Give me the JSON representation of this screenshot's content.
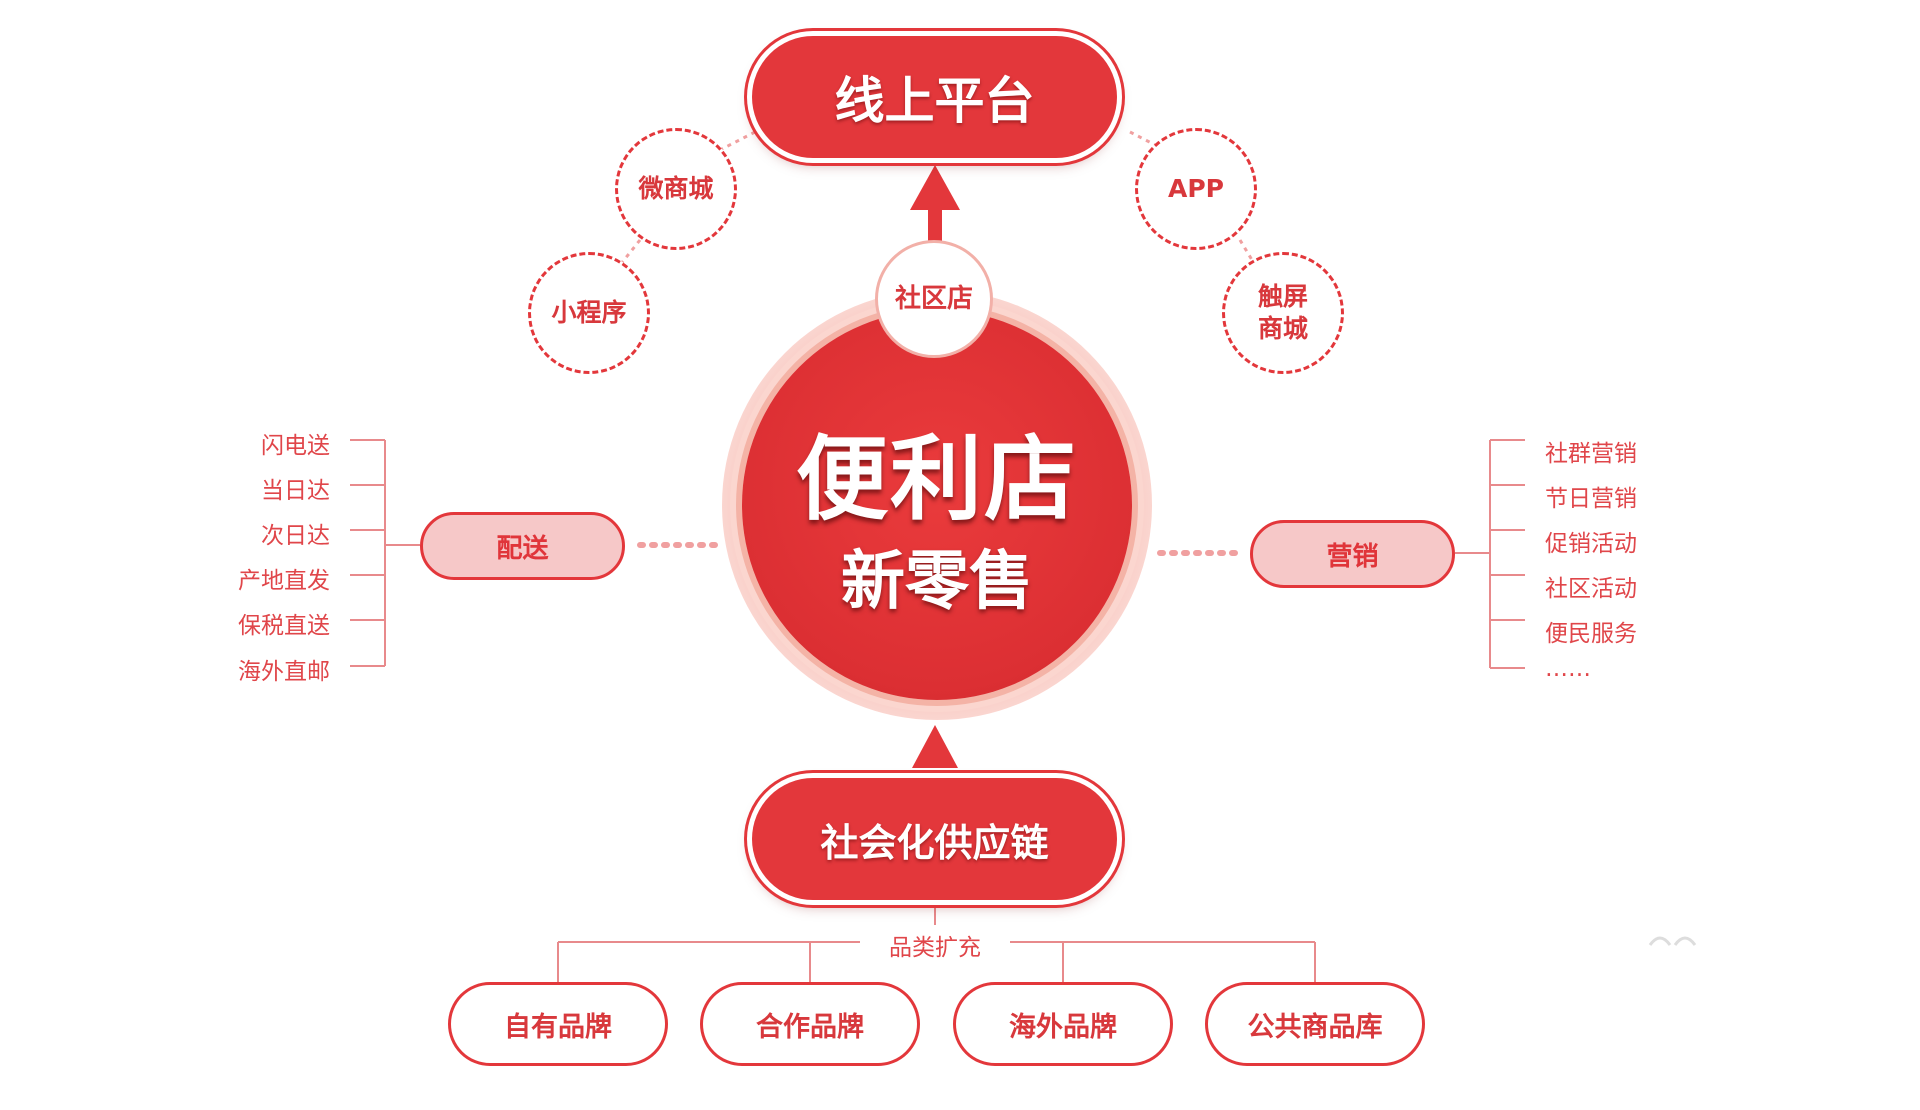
{
  "center": {
    "title": "便利店",
    "subtitle": "新零售",
    "badge": "社区店"
  },
  "online": {
    "title": "线上平台",
    "items": {
      "mall": "微商城",
      "mini": "小程序",
      "app": "APP",
      "touch_line1": "触屏",
      "touch_line2": "商城"
    }
  },
  "delivery": {
    "label": "配送",
    "items": [
      "闪电送",
      "当日达",
      "次日达",
      "产地直发",
      "保税直送",
      "海外直邮"
    ]
  },
  "marketing": {
    "label": "营销",
    "items": [
      "社群营销",
      "节日营销",
      "促销活动",
      "社区活动",
      "便民服务",
      "……"
    ]
  },
  "supply": {
    "title": "社会化供应链",
    "branch_label": "品类扩充",
    "brands": [
      "自有品牌",
      "合作品牌",
      "海外品牌",
      "公共商品库"
    ]
  },
  "colors": {
    "primary": "#e3373b",
    "light_fill": "#f6c8c8",
    "text_red": "#d8383c"
  }
}
